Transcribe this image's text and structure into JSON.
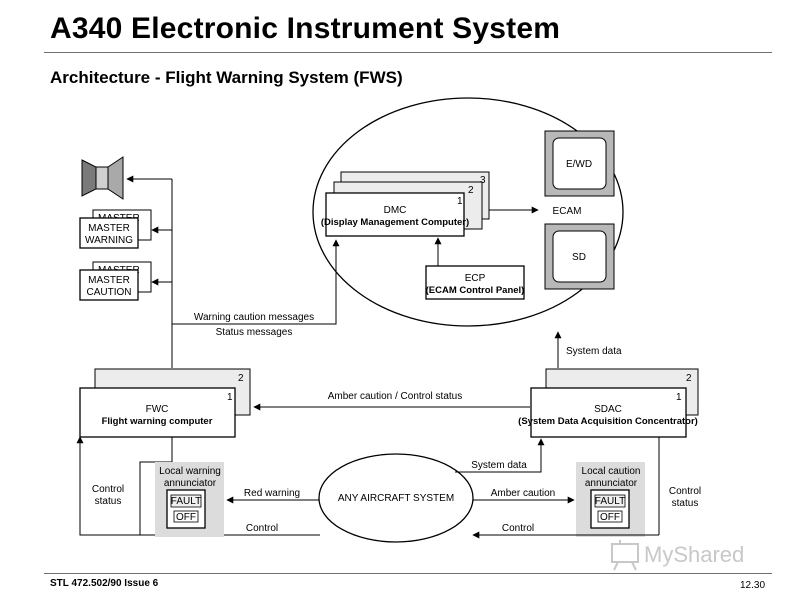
{
  "header": {
    "title": "A340 Electronic Instrument System",
    "subtitle": "Architecture - Flight Warning System (FWS)"
  },
  "footer": {
    "doc_ref": "STL 472.502/90 Issue 6",
    "page": "12.30"
  },
  "diagram": {
    "dmc": {
      "title": "DMC",
      "subtitle": "(Display Management Computer)",
      "stack_numbers": [
        "1",
        "2",
        "3"
      ]
    },
    "ecam_label": "ECAM",
    "ewd": "E/WD",
    "sd": "SD",
    "ecp": {
      "title": "ECP",
      "subtitle": "(ECAM Control Panel)"
    },
    "master_warning": {
      "label_line1": "MASTER",
      "label_line2": "WARNING",
      "back_text": "MASTER"
    },
    "master_caution": {
      "label_line1": "MASTER",
      "label_line2": "CAUTION",
      "back_text": "MASTER"
    },
    "messages": {
      "line1": "Warning caution messages",
      "line2": "Status messages"
    },
    "system_data_top": "System data",
    "fwc": {
      "title": "FWC",
      "subtitle": "Flight warning computer",
      "num_front": "1",
      "num_back": "2"
    },
    "sdac": {
      "title": "SDAC",
      "subtitle": "(System Data Acquisition Concentrator)",
      "num_front": "1",
      "num_back": "2"
    },
    "amber_control": "Amber caution / Control status",
    "left_control_status": {
      "line1": "Control",
      "line2": "status"
    },
    "right_control_status": {
      "line1": "Control",
      "line2": "status"
    },
    "local_warning": {
      "line1": "Local warning",
      "line2": "annunciator",
      "fault": "FAULT",
      "off": "OFF"
    },
    "local_caution": {
      "line1": "Local caution",
      "line2": "annunciator",
      "fault": "FAULT",
      "off": "OFF"
    },
    "red_warning": "Red warning",
    "control_left": "Control",
    "aircraft_system": "ANY AIRCRAFT SYSTEM",
    "system_data_bottom": "System data",
    "amber_caution": "Amber caution",
    "control_right": "Control"
  },
  "watermark": {
    "text": "MyShared"
  },
  "colors": {
    "box_fill": "#ffffff",
    "back_fill": "#f0f0f0",
    "line": "#000000",
    "annunciator_bg": "#dcdcdc",
    "watermark": "#c8c8c8"
  }
}
